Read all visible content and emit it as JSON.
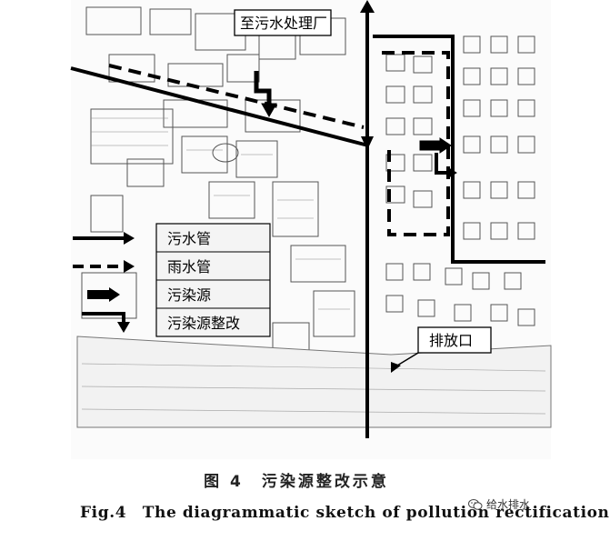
{
  "map_labels": {
    "to_plant": "至污水处理厂",
    "outfall": "排放口"
  },
  "legend": {
    "items": [
      {
        "label": "污水管",
        "line_style": "solid",
        "color": "#000000"
      },
      {
        "label": "雨水管",
        "line_style": "dashed",
        "color": "#000000"
      },
      {
        "label": "污染源",
        "line_style": "arrow",
        "color": "#000000"
      },
      {
        "label": "污染源整改",
        "line_style": "bent-arrow",
        "color": "#000000"
      }
    ]
  },
  "caption": {
    "cn": "图 4　污染源整改示意",
    "en": "Fig.4　The diagrammatic sketch of pollution rectification"
  },
  "watermark": {
    "text": "给水排水",
    "icon": "wechat-icon"
  }
}
